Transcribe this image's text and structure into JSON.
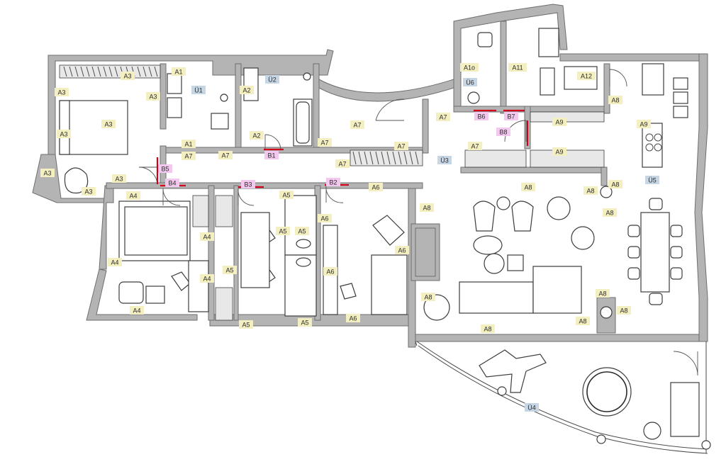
{
  "colors": {
    "label_a": "#f3efc0",
    "label_b": "#f3c8ee",
    "label_u": "#c7d6e4",
    "wall": "#b4b4b4",
    "seal_red": "#d0001a"
  },
  "labels": [
    {
      "t": "A1",
      "k": "a"
    },
    {
      "t": "A1",
      "k": "a"
    },
    {
      "t": "A2",
      "k": "a"
    },
    {
      "t": "A2",
      "k": "a"
    },
    {
      "t": "A3",
      "k": "a"
    },
    {
      "t": "A3",
      "k": "a"
    },
    {
      "t": "A3",
      "k": "a"
    },
    {
      "t": "A3",
      "k": "a"
    },
    {
      "t": "A3",
      "k": "a"
    },
    {
      "t": "A3",
      "k": "a"
    },
    {
      "t": "A3",
      "k": "a"
    },
    {
      "t": "A3",
      "k": "a"
    },
    {
      "t": "A4",
      "k": "a"
    },
    {
      "t": "A4",
      "k": "a"
    },
    {
      "t": "A4",
      "k": "a"
    },
    {
      "t": "A4",
      "k": "a"
    },
    {
      "t": "A4",
      "k": "a"
    },
    {
      "t": "A5",
      "k": "a"
    },
    {
      "t": "A5",
      "k": "a"
    },
    {
      "t": "A5",
      "k": "a"
    },
    {
      "t": "A5",
      "k": "a"
    },
    {
      "t": "A5",
      "k": "a"
    },
    {
      "t": "A5",
      "k": "a"
    },
    {
      "t": "A6",
      "k": "a"
    },
    {
      "t": "A6",
      "k": "a"
    },
    {
      "t": "A6",
      "k": "a"
    },
    {
      "t": "A6",
      "k": "a"
    },
    {
      "t": "A6",
      "k": "a"
    },
    {
      "t": "A7",
      "k": "a"
    },
    {
      "t": "A7",
      "k": "a"
    },
    {
      "t": "A7",
      "k": "a"
    },
    {
      "t": "A7",
      "k": "a"
    },
    {
      "t": "A7",
      "k": "a"
    },
    {
      "t": "A7",
      "k": "a"
    },
    {
      "t": "A7",
      "k": "a"
    },
    {
      "t": "A7",
      "k": "a"
    },
    {
      "t": "A8",
      "k": "a"
    },
    {
      "t": "A8",
      "k": "a"
    },
    {
      "t": "A8",
      "k": "a"
    },
    {
      "t": "A8",
      "k": "a"
    },
    {
      "t": "A8",
      "k": "a"
    },
    {
      "t": "A8",
      "k": "a"
    },
    {
      "t": "A8",
      "k": "a"
    },
    {
      "t": "A8",
      "k": "a"
    },
    {
      "t": "A8",
      "k": "a"
    },
    {
      "t": "A8",
      "k": "a"
    },
    {
      "t": "A8",
      "k": "a"
    },
    {
      "t": "A9",
      "k": "a"
    },
    {
      "t": "A9",
      "k": "a"
    },
    {
      "t": "A9",
      "k": "a"
    },
    {
      "t": "A1o",
      "k": "a"
    },
    {
      "t": "A11",
      "k": "a"
    },
    {
      "t": "A12",
      "k": "a"
    },
    {
      "t": "B1",
      "k": "b"
    },
    {
      "t": "B2",
      "k": "b"
    },
    {
      "t": "B3",
      "k": "b"
    },
    {
      "t": "B4",
      "k": "b"
    },
    {
      "t": "B5",
      "k": "b"
    },
    {
      "t": "B6",
      "k": "b"
    },
    {
      "t": "B7",
      "k": "b"
    },
    {
      "t": "B8",
      "k": "b"
    },
    {
      "t": "Ü1",
      "k": "u"
    },
    {
      "t": "Ü2",
      "k": "u"
    },
    {
      "t": "Ü3",
      "k": "u"
    },
    {
      "t": "Ü4",
      "k": "u"
    },
    {
      "t": "Ü5",
      "k": "u"
    },
    {
      "t": "Ü6",
      "k": "u"
    }
  ]
}
